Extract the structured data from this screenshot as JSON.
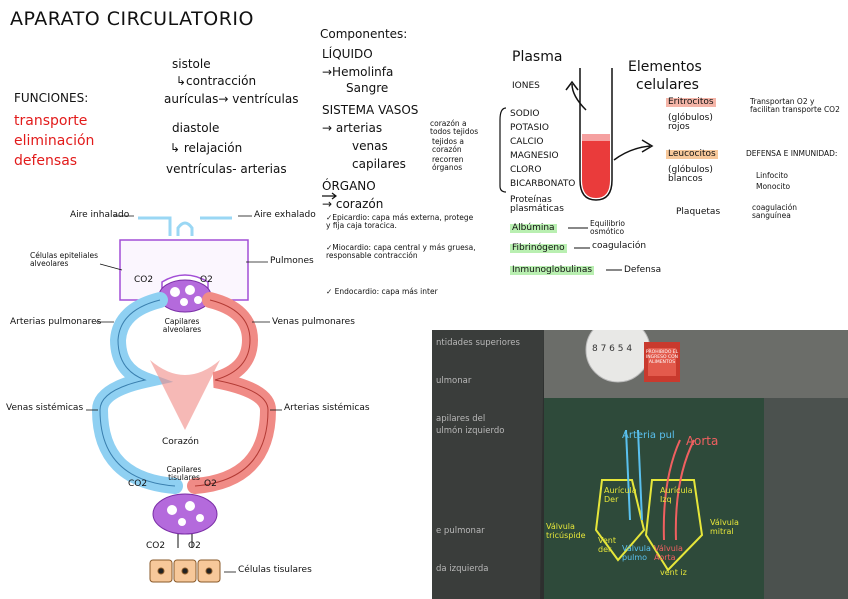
{
  "title": "APARATO CIRCULATORIO",
  "functions": {
    "heading": "FUNCIONES:",
    "items": [
      "transporte",
      "eliminación",
      "defensas"
    ]
  },
  "cycle": {
    "sistole": "sistole",
    "contraccion": "↳contracción",
    "aur_vent": "aurículas→ ventrículas",
    "diastole": "diastole",
    "relajacion": "↳ relajación",
    "vent_art": "ventrículas- arterias"
  },
  "components": {
    "heading": "Componentes:",
    "liquido": "LÍQUIDO",
    "hemolinfa": "→Hemolinfa",
    "sangre": "Sangre",
    "sistema": "SISTEMA VASOS",
    "arterias": "→ arterias",
    "arterias_note": "corazón a todos tejidos",
    "venas": "venas",
    "venas_note": "tejidos a corazón",
    "capilares": "capilares",
    "capilares_note": "recorren órganos",
    "organo": "ÓRGANO",
    "corazon": "→ corazón",
    "epicardio": "✓Epicardio: capa más externa, protege y fija caja toracica.",
    "miocardio": "✓Miocardio: capa central y más gruesa, responsable contracción",
    "endocardio": "✓ Endocardio: capa más inter"
  },
  "plasma": {
    "plasma": "Plasma",
    "iones": "IONES",
    "ion_list": [
      "SODIO",
      "POTASIO",
      "CALCIO",
      "MAGNESIO",
      "CLORO",
      "BICARBONATO"
    ],
    "proteinas": "Proteínas plasmáticas",
    "albumina": "Albúmina",
    "albumina_fn": "Equilibrio osmótico",
    "fibrinogeno": "Fibrinógeno",
    "fibrinogeno_fn": "coagulación",
    "inmuno": "Inmunoglobulinas",
    "inmuno_fn": "Defensa"
  },
  "elements": {
    "heading1": "Elementos",
    "heading2": "celulares",
    "eritro": "Eritrocitos",
    "eritro_sub": "(glóbulos) rojos",
    "eritro_fn": "Transportan O2 y facilitan transporte CO2",
    "leuco": "Leucocitos",
    "leuco_sub": "(glóbulos) blancos",
    "leuco_fn_head": "DEFENSA E INMUNIDAD:",
    "leuco_fn": [
      "Linfocito",
      "Monocito"
    ],
    "plaquetas": "Plaquetas",
    "plaquetas_fn": "coagulación sanguínea"
  },
  "diagram": {
    "aire_inhalado": "Aire inhalado",
    "aire_exhalado": "Aire exhalado",
    "celulas_epiteliales": "Células epiteliales alveolares",
    "pulmones": "Pulmones",
    "co2_top": "CO2",
    "o2_top": "O2",
    "arterias_pulmonares": "Arterias pulmonares",
    "capilares_alveolares": "Capilares alveolares",
    "venas_pulmonares": "Venas pulmonares",
    "venas_sistemicas": "Venas sistémicas",
    "arterias_sistemicas": "Arterias sistémicas",
    "corazon": "Corazón",
    "capilares_tisulares": "Capilares tisulares",
    "co2_mid": "CO2",
    "o2_mid": "O2",
    "co2_bot": "CO2",
    "o2_bot": "O2",
    "celulas_tisulares": "Células tisulares"
  },
  "photo": {
    "clock_digits": "8 7 6 5 4",
    "sign": "PROHIBIDO EL INGRESO CON ALIMENTOS",
    "projection": [
      "ntidades superiores",
      "ulmonar",
      "apilares del",
      "ulmón izquierdo",
      "e pulmonar",
      "da izquierda"
    ],
    "chalk_arteria": "Arteria pul",
    "chalk_aorta": "Aorta",
    "chalk_auricula_der": "Aurícula Der",
    "chalk_auricula_izq": "Aurícula Izq",
    "chalk_valvula_tric": "Válvula tricúspide",
    "chalk_valvula_mitral": "Válvula mitral",
    "chalk_vent_der": "Vent der",
    "chalk_valvula_pulmo": "Válvula pulmo",
    "chalk_valvula_aorta": "Válvula Aorta",
    "chalk_vent_iz": "vent iz"
  },
  "colors": {
    "red": "#e21b1b",
    "blue_vessel": "#8fd0f2",
    "red_vessel": "#f08b86",
    "purple": "#a24ed6",
    "board": "#2e4a3a"
  }
}
